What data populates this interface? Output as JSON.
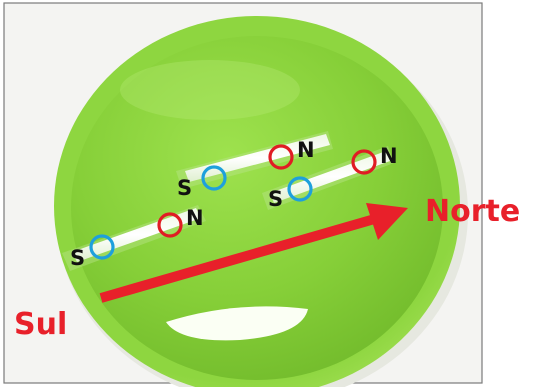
{
  "labels": {
    "south": "Sul",
    "north": "Norte"
  },
  "poles": {
    "south_short": "S",
    "north_short": "N"
  },
  "colors": {
    "direction_text": "#e8202a",
    "arrow": "#e8202a",
    "north_marker": "#e01c24",
    "south_marker": "#1ea0dc",
    "pole_letter": "#111111",
    "dish": "#8cd23c",
    "dish_rim": "#9edc46",
    "dish_inner": "#7cc632",
    "border": "#777777"
  }
}
